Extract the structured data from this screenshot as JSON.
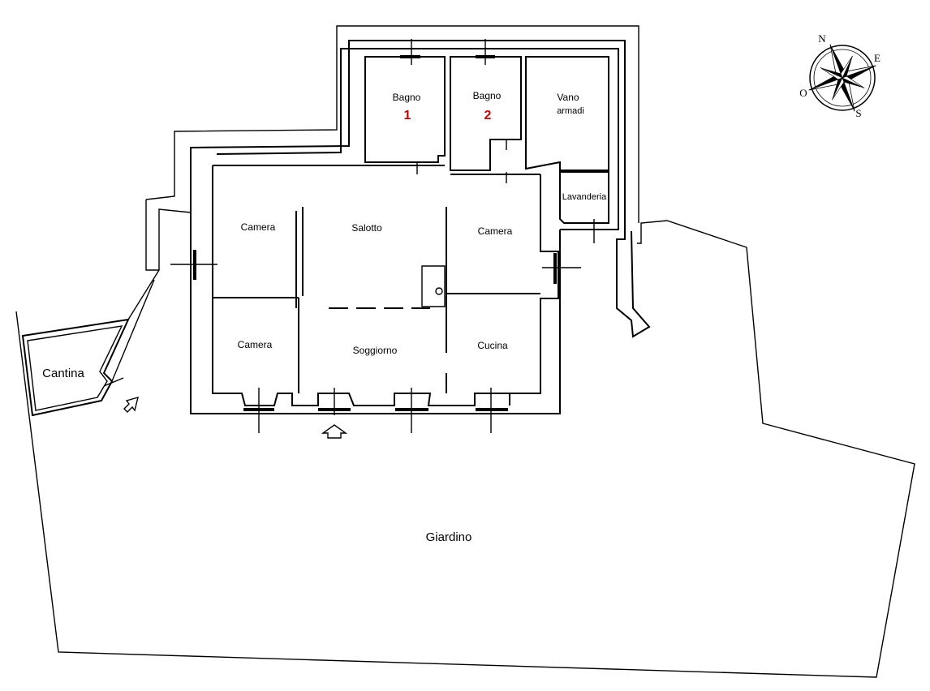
{
  "colors": {
    "line": "#000000",
    "background": "#ffffff",
    "bathroom_number": "#cc0000"
  },
  "rooms": {
    "bagno1": {
      "label": "Bagno",
      "number": "1"
    },
    "bagno2": {
      "label": "Bagno",
      "number": "2"
    },
    "vano": {
      "label_line1": "Vano",
      "label_line2": "armadi"
    },
    "lavanderia": {
      "label": "Lavanderia"
    },
    "camera_top_left": {
      "label": "Camera"
    },
    "salotto": {
      "label": "Salotto"
    },
    "camera_top_right": {
      "label": "Camera"
    },
    "camera_bottom_left": {
      "label": "Camera"
    },
    "soggiorno": {
      "label": "Soggiorno"
    },
    "cucina": {
      "label": "Cucina"
    },
    "cantina": {
      "label": "Cantina"
    },
    "giardino": {
      "label": "Giardino"
    }
  },
  "compass": {
    "north": "N",
    "east": "E",
    "south": "S",
    "west": "O",
    "icon": "compass-rose-icon"
  }
}
